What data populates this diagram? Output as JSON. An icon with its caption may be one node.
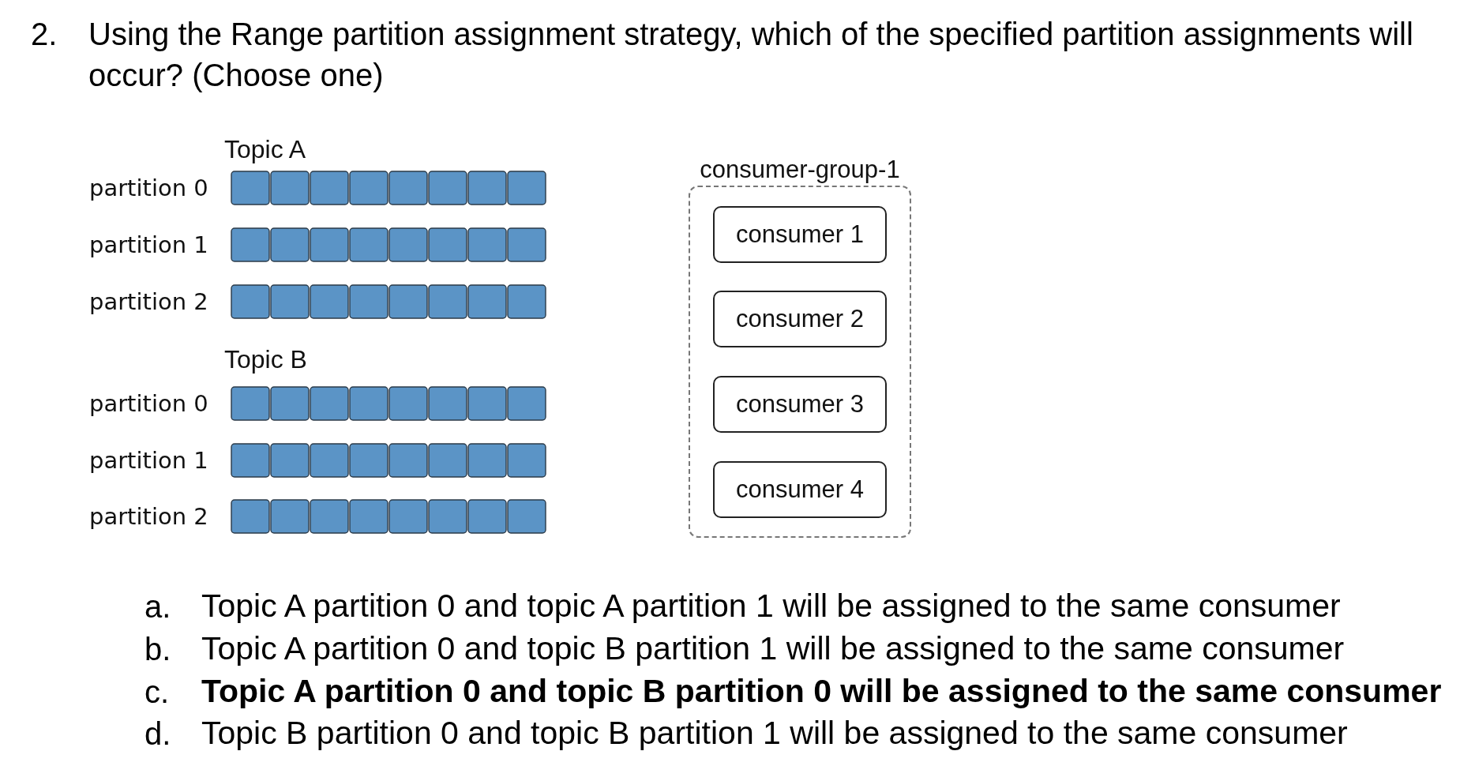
{
  "diagram": {
    "title": "Using the Range partition assignment strategy, which of the specified partition assignments will occur? (Choose one)",
    "nodes": [
      {
        "text": [
          "consumer-group-1"
        ]
      },
      {
        "text": [
          "consumer 1"
        ],
        "in": 0
      },
      {
        "text": [
          "consumer 2"
        ],
        "in": 0
      },
      {
        "text": [
          "consumer 3"
        ],
        "in": 0
      },
      {
        "text": [
          "consumer 4"
        ],
        "in": 0
      }
    ],
    "labels": [
      "2.",
      "Topic A",
      "partition 0",
      "partition 1",
      "partition 2",
      "Topic B",
      "partition 0",
      "partition 1",
      "partition 2",
      "a.",
      "Topic A partition 0 and topic A partition 1 will be assigned to the same consumer",
      "b.",
      "Topic A partition 0 and topic B partition 1 will be assigned to the same consumer",
      "c.",
      "Topic A partition 0 and topic B partition 0 will be assigned to the same consumer",
      "d.",
      "Topic B partition 0 and topic B partition 1 will be assigned to the same consumer"
    ]
  }
}
